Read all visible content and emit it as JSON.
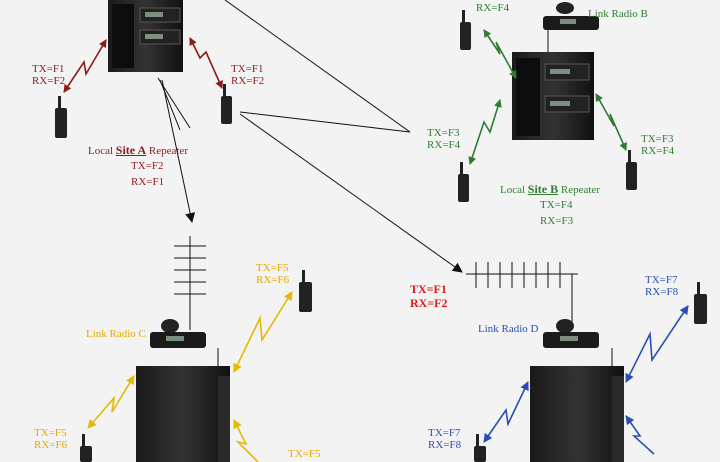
{
  "site_a": {
    "phone_left": {
      "tx": "TX=F1",
      "rx": "RX=F2"
    },
    "phone_right": {
      "tx": "TX=F1",
      "rx": "RX=F2"
    },
    "repeater": {
      "prefix": "Local ",
      "site": "Site A",
      "suffix": " Repeater",
      "tx": "TX=F2",
      "rx": "RX=F1"
    }
  },
  "site_b": {
    "link_radio": "Link Radio B",
    "phone_top": {
      "tx": "",
      "rx": "RX=F4"
    },
    "phone_left": {
      "tx": "TX=F3",
      "rx": "RX=F4"
    },
    "phone_right": {
      "tx": "TX=F3",
      "rx": "RX=F4"
    },
    "repeater": {
      "prefix": "Local ",
      "site": "Site B",
      "suffix": " Repeater",
      "tx": "TX=F4",
      "rx": "RX=F3"
    }
  },
  "link_freq": {
    "tx": "TX=F1",
    "rx": "RX=F2"
  },
  "site_c": {
    "link_radio": "Link Radio C",
    "phone_right": {
      "tx": "TX=F5",
      "rx": "RX=F6"
    },
    "phone_left": {
      "tx": "TX=F5",
      "rx": "RX=F6"
    },
    "phone_bottom": {
      "tx": "TX=F5"
    }
  },
  "site_d": {
    "link_radio": "Link Radio D",
    "phone_right": {
      "tx": "TX=F7",
      "rx": "RX=F8"
    },
    "phone_left": {
      "tx": "TX=F7",
      "rx": "RX=F8"
    }
  },
  "colors": {
    "site_a": "#8b1a1a",
    "site_b": "#2e7d32",
    "site_c": "#e6a800",
    "site_d": "#2a4fb3",
    "link": "#e01a1a"
  }
}
